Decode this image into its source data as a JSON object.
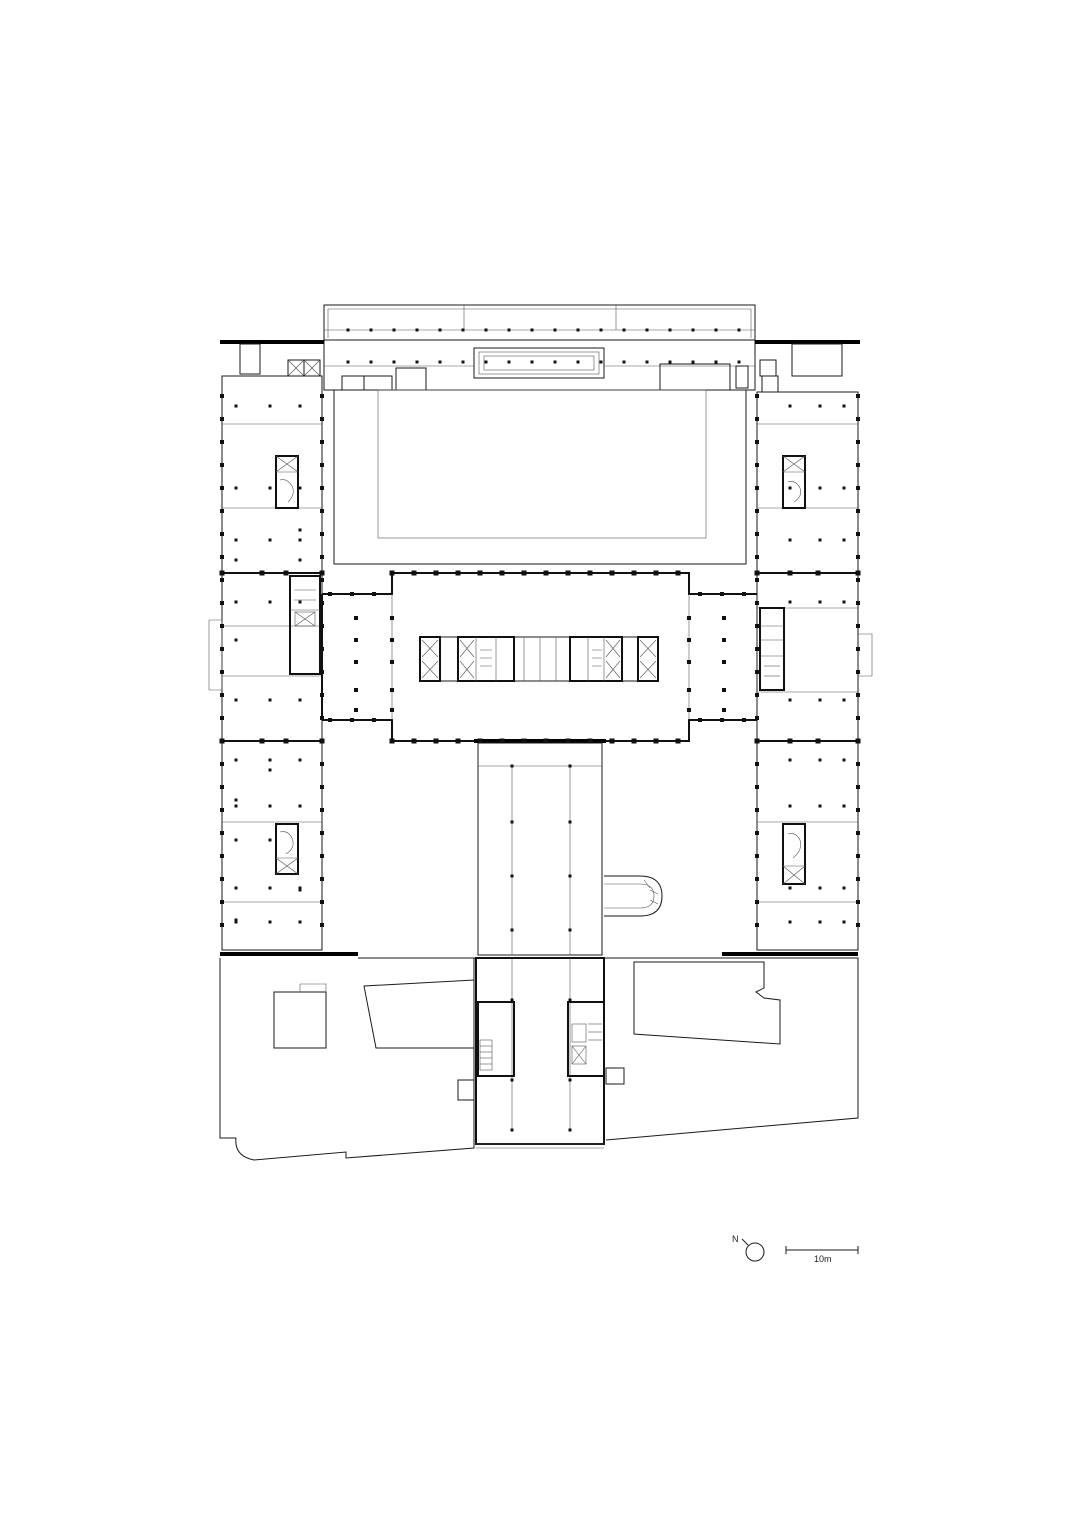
{
  "drawing": {
    "type": "architectural floor plan",
    "north_label": "N",
    "scale_label": "10m"
  },
  "colors": {
    "line": "#1a1a1a",
    "background": "#ffffff"
  }
}
